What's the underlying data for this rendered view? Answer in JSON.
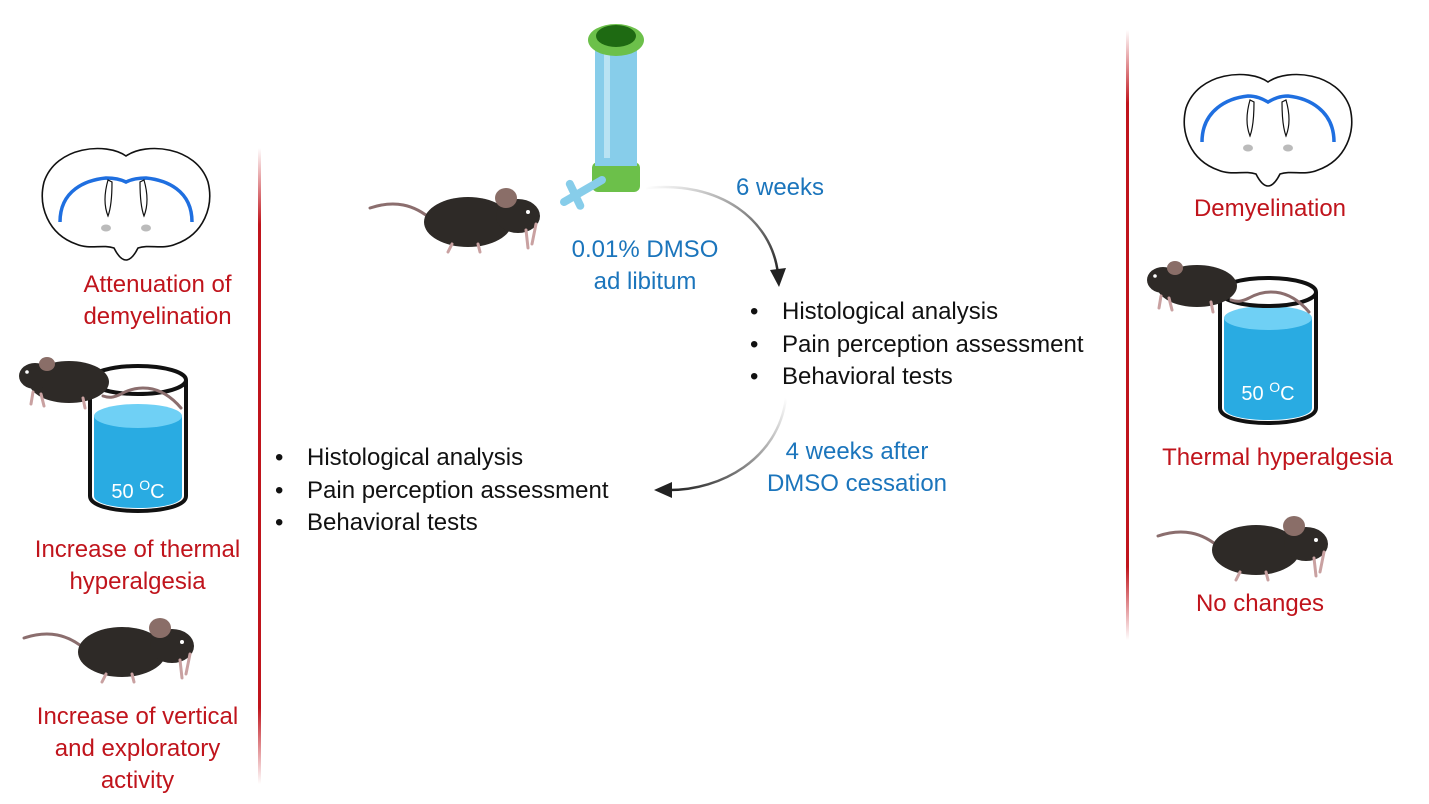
{
  "left_panel": {
    "brain_label": [
      "Attenuation of",
      "demyelination"
    ],
    "beaker_temp": "50 OC",
    "thermal_label": [
      "Increase of thermal",
      "hyperalgesia"
    ],
    "activity_label": [
      "Increase of vertical",
      "and exploratory",
      "activity"
    ]
  },
  "center": {
    "dmso_label": [
      "0.01% DMSO",
      "ad libitum"
    ],
    "duration_1": "6 weeks",
    "list_1": [
      "Histological analysis",
      "Pain perception assessment",
      "Behavioral tests"
    ],
    "duration_2": [
      "4 weeks after",
      "DMSO cessation"
    ],
    "list_2": [
      "Histological analysis",
      "Pain perception assessment",
      "Behavioral tests"
    ]
  },
  "right_panel": {
    "brain_label": "Demyelination",
    "beaker_temp": "50 OC",
    "thermal_label": "Thermal hyperalgesia",
    "activity_label": "No changes"
  },
  "colors": {
    "accent_red": "#c0141c",
    "text_blue": "#1b75bc",
    "myelin_blue": "#1f6fe0",
    "water_blue": "#29abe2",
    "bottle_blue": "#87cdea",
    "cap_green": "#6cc04a",
    "mouse_body": "#2e2a27"
  },
  "icons": [
    "brain-section-icon",
    "mouse-icon",
    "beaker-icon",
    "water-bottle-icon",
    "curved-arrow-icon"
  ]
}
